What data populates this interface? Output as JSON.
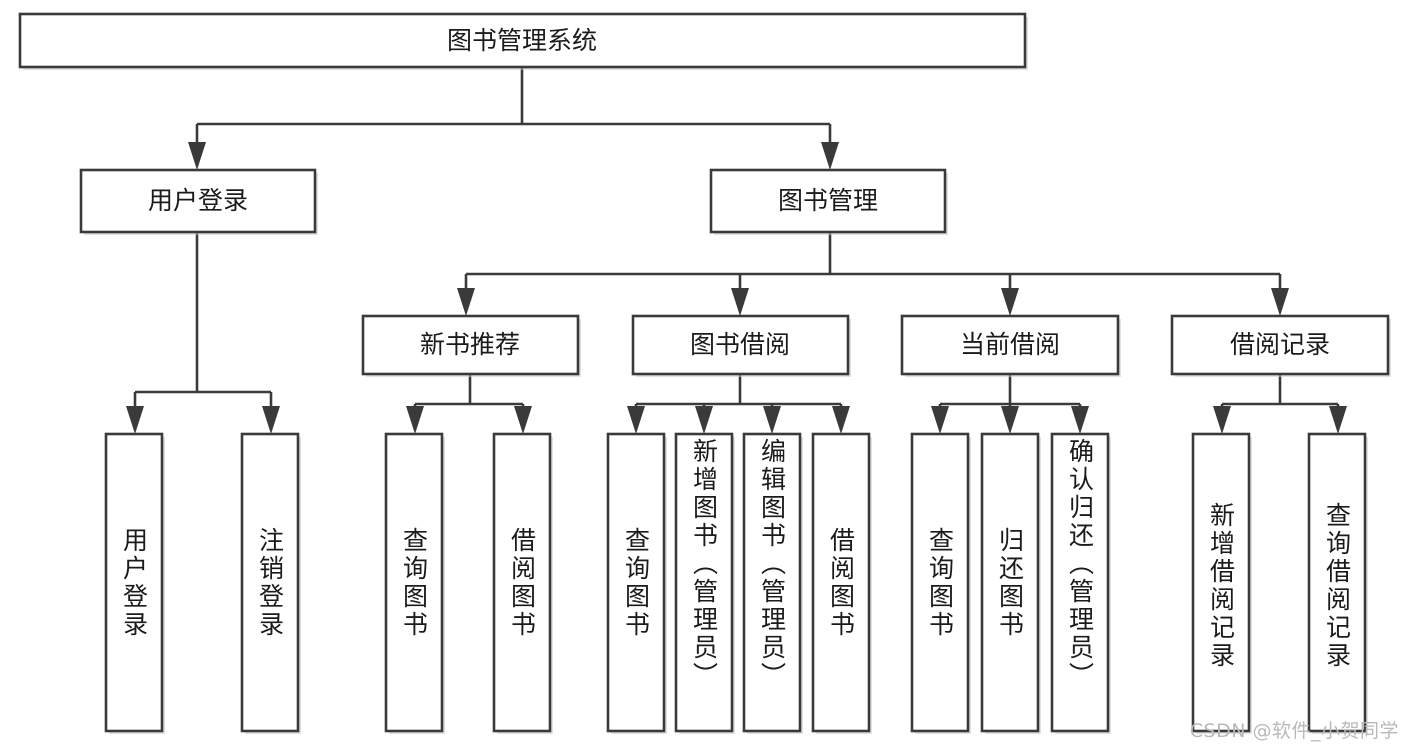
{
  "diagram": {
    "type": "tree",
    "title": "图书管理系统",
    "orientation": "top-down",
    "levels": 4,
    "colors": {
      "stroke": "#3a3a3a",
      "fill": "#ffffff",
      "text": "#1b1b1b",
      "watermark": "#b9b9b9",
      "background": "#ffffff"
    },
    "root": {
      "label": "图书管理系统"
    },
    "level2": [
      {
        "label": "用户登录"
      },
      {
        "label": "图书管理"
      }
    ],
    "level3": [
      {
        "label": "新书推荐"
      },
      {
        "label": "图书借阅"
      },
      {
        "label": "当前借阅"
      },
      {
        "label": "借阅记录"
      }
    ],
    "leaves": {
      "user_login": [
        {
          "label": "用户登录"
        },
        {
          "label": "注销登录"
        }
      ],
      "new_book_recommend": [
        {
          "label": "查询图书"
        },
        {
          "label": "借阅图书"
        }
      ],
      "book_borrow": [
        {
          "label": "查询图书"
        },
        {
          "label": "新增图书（管理员）"
        },
        {
          "label": "编辑图书（管理员）"
        },
        {
          "label": "借阅图书"
        }
      ],
      "current_borrow": [
        {
          "label": "查询图书"
        },
        {
          "label": "归还图书"
        },
        {
          "label": "确认归还（管理员）"
        }
      ],
      "borrow_record": [
        {
          "label": "新增借阅记录"
        },
        {
          "label": "查询借阅记录"
        }
      ]
    }
  },
  "watermark": {
    "text": "CSDN @软件_小贺同学"
  }
}
